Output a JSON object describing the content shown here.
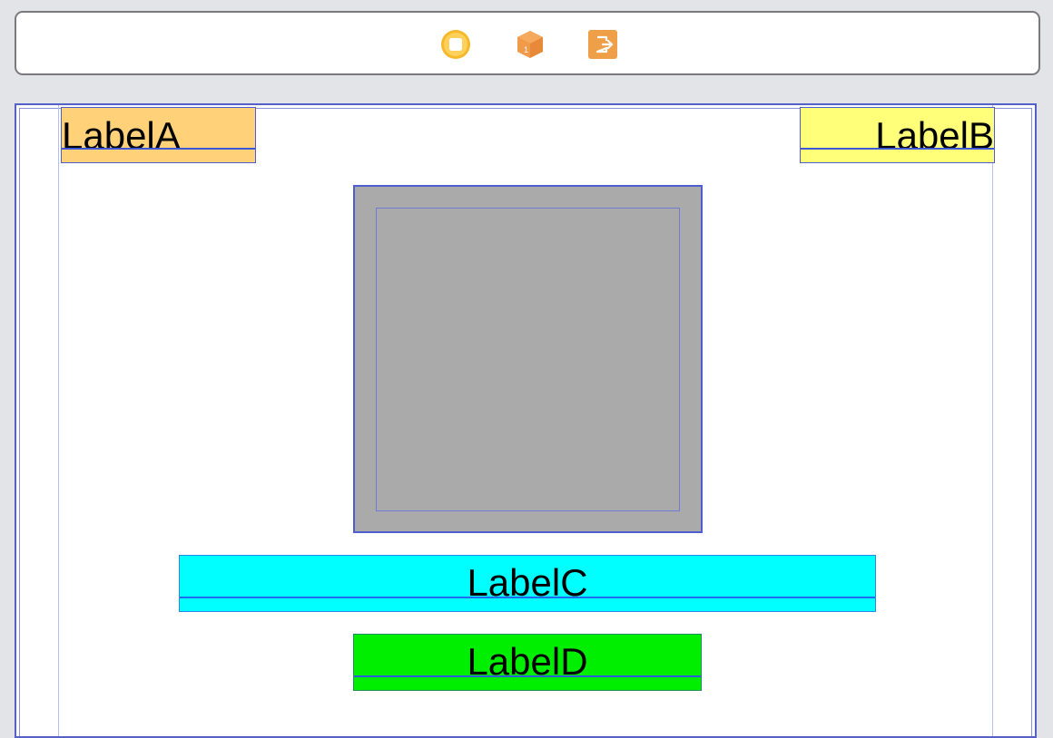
{
  "dock": {
    "icons": [
      "view-controller-icon",
      "first-responder-icon",
      "exit-icon"
    ],
    "colors": {
      "view_controller": "#f7b92c",
      "first_responder": "#e8893a",
      "exit": "#ef9f48"
    }
  },
  "labels": {
    "a": {
      "text": "LabelA",
      "color": "#ffd27a"
    },
    "b": {
      "text": "LabelB",
      "color": "#ffff7a"
    },
    "c": {
      "text": "LabelC",
      "color": "#00ffff"
    },
    "d": {
      "text": "LabelD",
      "color": "#00ee00"
    }
  },
  "container": {
    "color": "#aaaaaa"
  },
  "colors": {
    "selection_outline": "#4f5ecf",
    "background": "#e3e4e8"
  }
}
